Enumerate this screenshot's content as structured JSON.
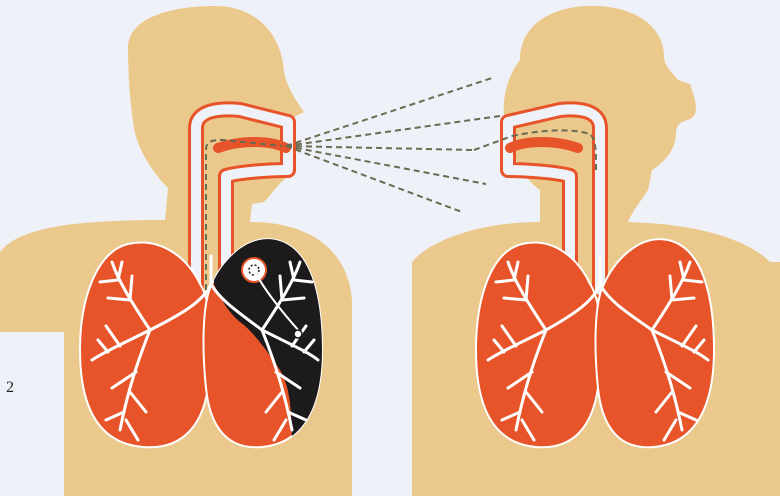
{
  "page_number": "2",
  "colors": {
    "background": "#eef2f8",
    "body": "#ebc98c",
    "lung": "#e8542a",
    "airway_outline": "#e8542a",
    "airway_fill": "#eef2f8",
    "bronchi": "#ffffff",
    "infection": "#1c1a1a",
    "droplet_path": "#6b6b52"
  },
  "icons": {
    "left_figure": "infected-person-silhouette",
    "right_figure": "exposed-person-silhouette",
    "infection": "infected-lung-area-icon",
    "pathogen": "pathogen-particle-icon"
  }
}
